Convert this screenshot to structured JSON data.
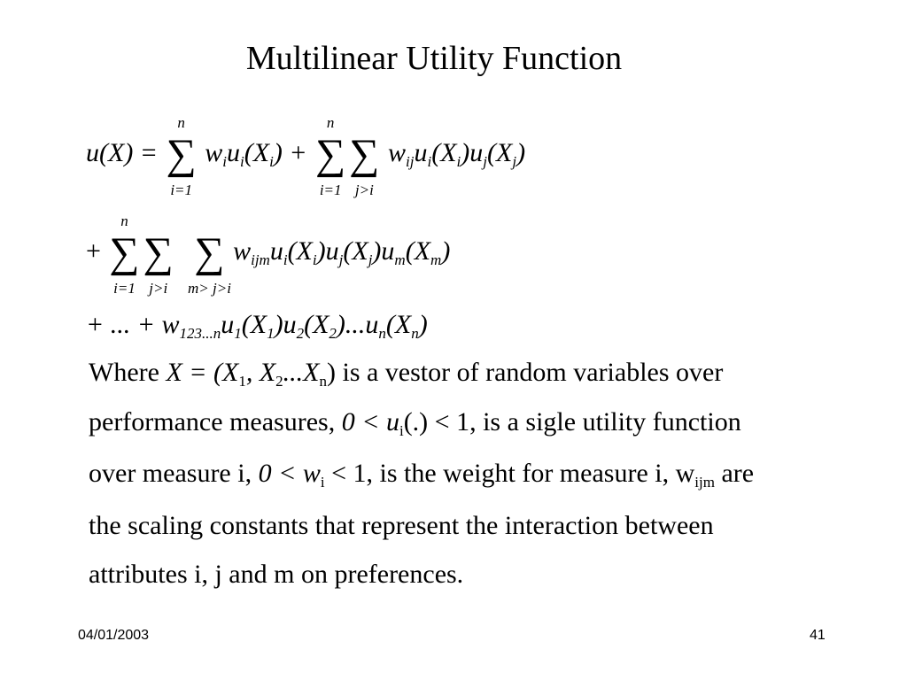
{
  "slide": {
    "title": "Multilinear Utility Function",
    "footer_date": "04/01/2003",
    "page_number": "41"
  },
  "equation": {
    "sum_upper": "n",
    "sum_lower_i": "i=1",
    "sum_lower_j": "j>i",
    "sum_lower_m": "m> j>i",
    "sum_symbol": "∑",
    "line1_lhs": "u(X) = ",
    "line1_t1": "w",
    "line1_t1_sub": "i",
    "line1_t2": "u",
    "line1_t2_sub": "i",
    "line1_t3": "(X",
    "line1_t3_sub": "i",
    "line1_t4": ") + ",
    "line1_t5": "w",
    "line1_t5_sub": "ij",
    "line1_t6": "u",
    "line1_t6_sub": "i",
    "line1_t7": "(X",
    "line1_t7_sub": "i",
    "line1_t8": ")u",
    "line1_t8_sub": "j",
    "line1_t9": "(X",
    "line1_t9_sub": "j",
    "line1_t10": ")",
    "line2_lead": "+",
    "line2_t1": "w",
    "line2_t1_sub": "ijm",
    "line2_t2": "u",
    "line2_t2_sub": "i",
    "line2_t3": "(X",
    "line2_t3_sub": "i",
    "line2_t4": ")u",
    "line2_t4_sub": "j",
    "line2_t5": "(X",
    "line2_t5_sub": "j",
    "line2_t6": ")u",
    "line2_t6_sub": "m",
    "line2_t7": "(X",
    "line2_t7_sub": "m",
    "line2_t8": ")",
    "line3_t1": "+ ... + w",
    "line3_t1_sub": "123...n",
    "line3_t2": "u",
    "line3_t2_sub": "1",
    "line3_t3": "(X",
    "line3_t3_sub": "1",
    "line3_t4": ")u",
    "line3_t4_sub": "2",
    "line3_t5": "(X",
    "line3_t5_sub": "2",
    "line3_t6": ")...u",
    "line3_t6_sub": "n",
    "line3_t7": "(X",
    "line3_t7_sub": "n",
    "line3_t8": ")"
  },
  "paragraph": {
    "l1_a": "Where ",
    "l1_b": "X = (X",
    "l1_b_sub": "1",
    "l1_c": ", X",
    "l1_c_sub": "2",
    "l1_d": "...X",
    "l1_d_sub": "n",
    "l1_e": ")",
    "l1_f": " is a vestor of random variables over",
    "l2_a": "performance measures, ",
    "l2_b": "0 < u",
    "l2_b_sub": "i",
    "l2_c": "(.) < 1,",
    "l2_d": " is a sigle utility function",
    "l3_a": "over measure i, ",
    "l3_b": "0 < w",
    "l3_b_sub": "i",
    "l3_c": " < 1,",
    "l3_d": " is the weight  for measure i, w",
    "l3_d_sub": "ijm",
    "l3_e": " are",
    "l4": "the scaling constants that represent the interaction between",
    "l5": "attributes i,  j and  m on preferences."
  }
}
